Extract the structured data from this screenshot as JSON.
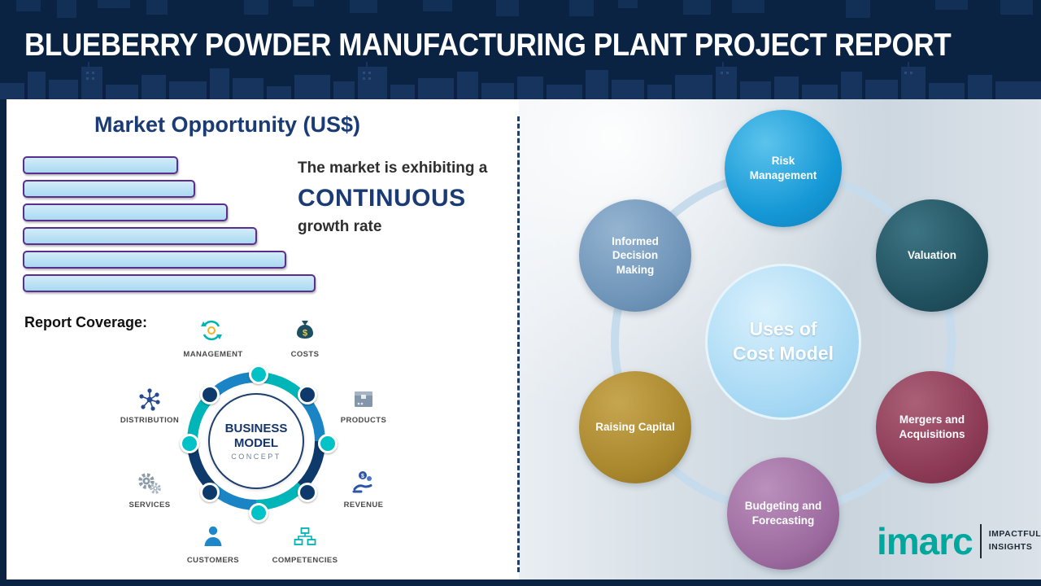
{
  "header": {
    "title": "BLUEBERRY POWDER MANUFACTURING PLANT PROJECT REPORT"
  },
  "market_opportunity": {
    "title": "Market Opportunity (US$)",
    "growth_line1": "The market is exhibiting a",
    "growth_highlight": "CONTINUOUS",
    "growth_line2": "growth rate"
  },
  "chart_data": {
    "type": "bar",
    "orientation": "horizontal",
    "title": "Market Opportunity (US$)",
    "categories": [
      "",
      "",
      "",
      "",
      "",
      ""
    ],
    "values": [
      53,
      59,
      70,
      80,
      90,
      100
    ],
    "xlabel": "",
    "ylabel": "",
    "grid": false,
    "legend": false,
    "value_labels_visible": false,
    "bar_fill": "#aedcf4",
    "bar_border": "#5a2e8f",
    "annotation": [
      "The market is exhibiting a",
      "CONTINUOUS",
      "growth rate"
    ]
  },
  "report_coverage": {
    "label": "Report Coverage:",
    "business_model": {
      "center_line1": "BUSINESS",
      "center_line2": "MODEL",
      "center_line3": "CONCEPT",
      "items": [
        {
          "label": "MANAGEMENT",
          "icon": "management-icon"
        },
        {
          "label": "COSTS",
          "icon": "costs-icon"
        },
        {
          "label": "DISTRIBUTION",
          "icon": "distribution-icon"
        },
        {
          "label": "PRODUCTS",
          "icon": "products-icon"
        },
        {
          "label": "SERVICES",
          "icon": "services-icon"
        },
        {
          "label": "REVENUE",
          "icon": "revenue-icon"
        },
        {
          "label": "CUSTOMERS",
          "icon": "customers-icon"
        },
        {
          "label": "COMPETENCIES",
          "icon": "competencies-icon"
        }
      ]
    }
  },
  "cost_model": {
    "center": {
      "line1": "Uses of",
      "line2": "Cost Model"
    },
    "nodes": [
      {
        "label": "Risk Management",
        "color": "#1598d6"
      },
      {
        "label": "Valuation",
        "color": "#20505e"
      },
      {
        "label": "Mergers and Acquisitions",
        "color": "#8c3a55"
      },
      {
        "label": "Budgeting and Forecasting",
        "color": "#9c6a9e"
      },
      {
        "label": "Raising Capital",
        "color": "#a8862c"
      },
      {
        "label": "Informed Decision Making",
        "color": "#6e94b8"
      }
    ]
  },
  "logo": {
    "brand": "imarc",
    "tagline_line1": "IMPACTFUL",
    "tagline_line2": "INSIGHTS",
    "brand_color": "#00a79d"
  }
}
